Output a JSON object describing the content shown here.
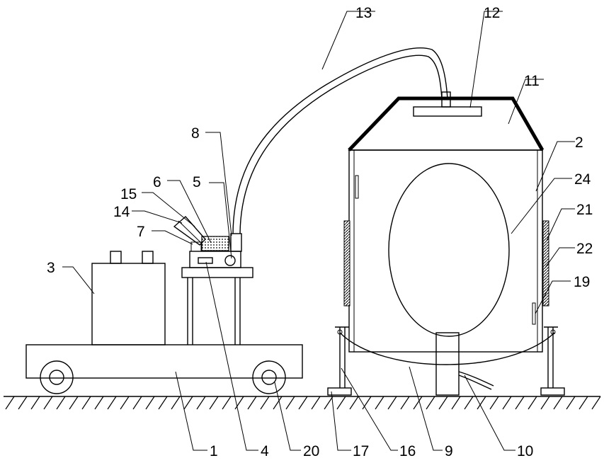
{
  "figure": {
    "labels": {
      "l1": "1",
      "l2": "2",
      "l3": "3",
      "l4": "4",
      "l5": "5",
      "l6": "6",
      "l7": "7",
      "l8": "8",
      "l9": "9",
      "l10": "10",
      "l11": "11",
      "l12": "12",
      "l13": "13",
      "l14": "14",
      "l15": "15",
      "l16": "16",
      "l17": "17",
      "l19": "19",
      "l20": "20",
      "l21": "21",
      "l22": "22",
      "l24": "24"
    }
  }
}
